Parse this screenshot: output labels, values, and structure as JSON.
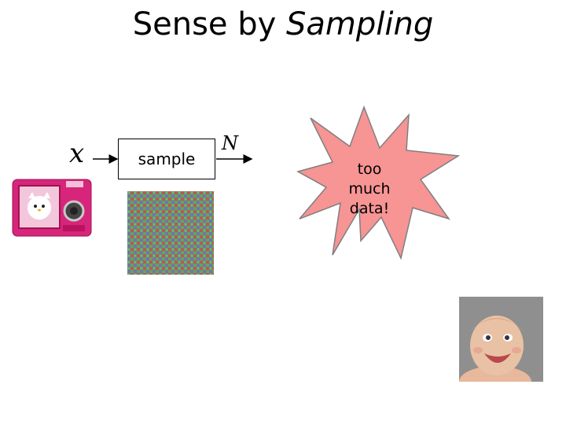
{
  "title": {
    "prefix": "Sense by ",
    "emphasis": "Sampling"
  },
  "diagram": {
    "input_symbol": "x",
    "block_label": "sample",
    "output_symbol": "N",
    "burst_lines": [
      "too",
      "much",
      "data!"
    ]
  },
  "colors": {
    "burst_fill": "#f79494",
    "burst_stroke": "#7f7f7f",
    "camera_body": "#d6257a",
    "mosaic_green": "#4a9a52",
    "mosaic_red": "#c0545a"
  },
  "images": {
    "camera": "pink-camera-photo",
    "sensor": "bayer-mosaic-sensor",
    "baby": "smiling-baby-photo"
  }
}
